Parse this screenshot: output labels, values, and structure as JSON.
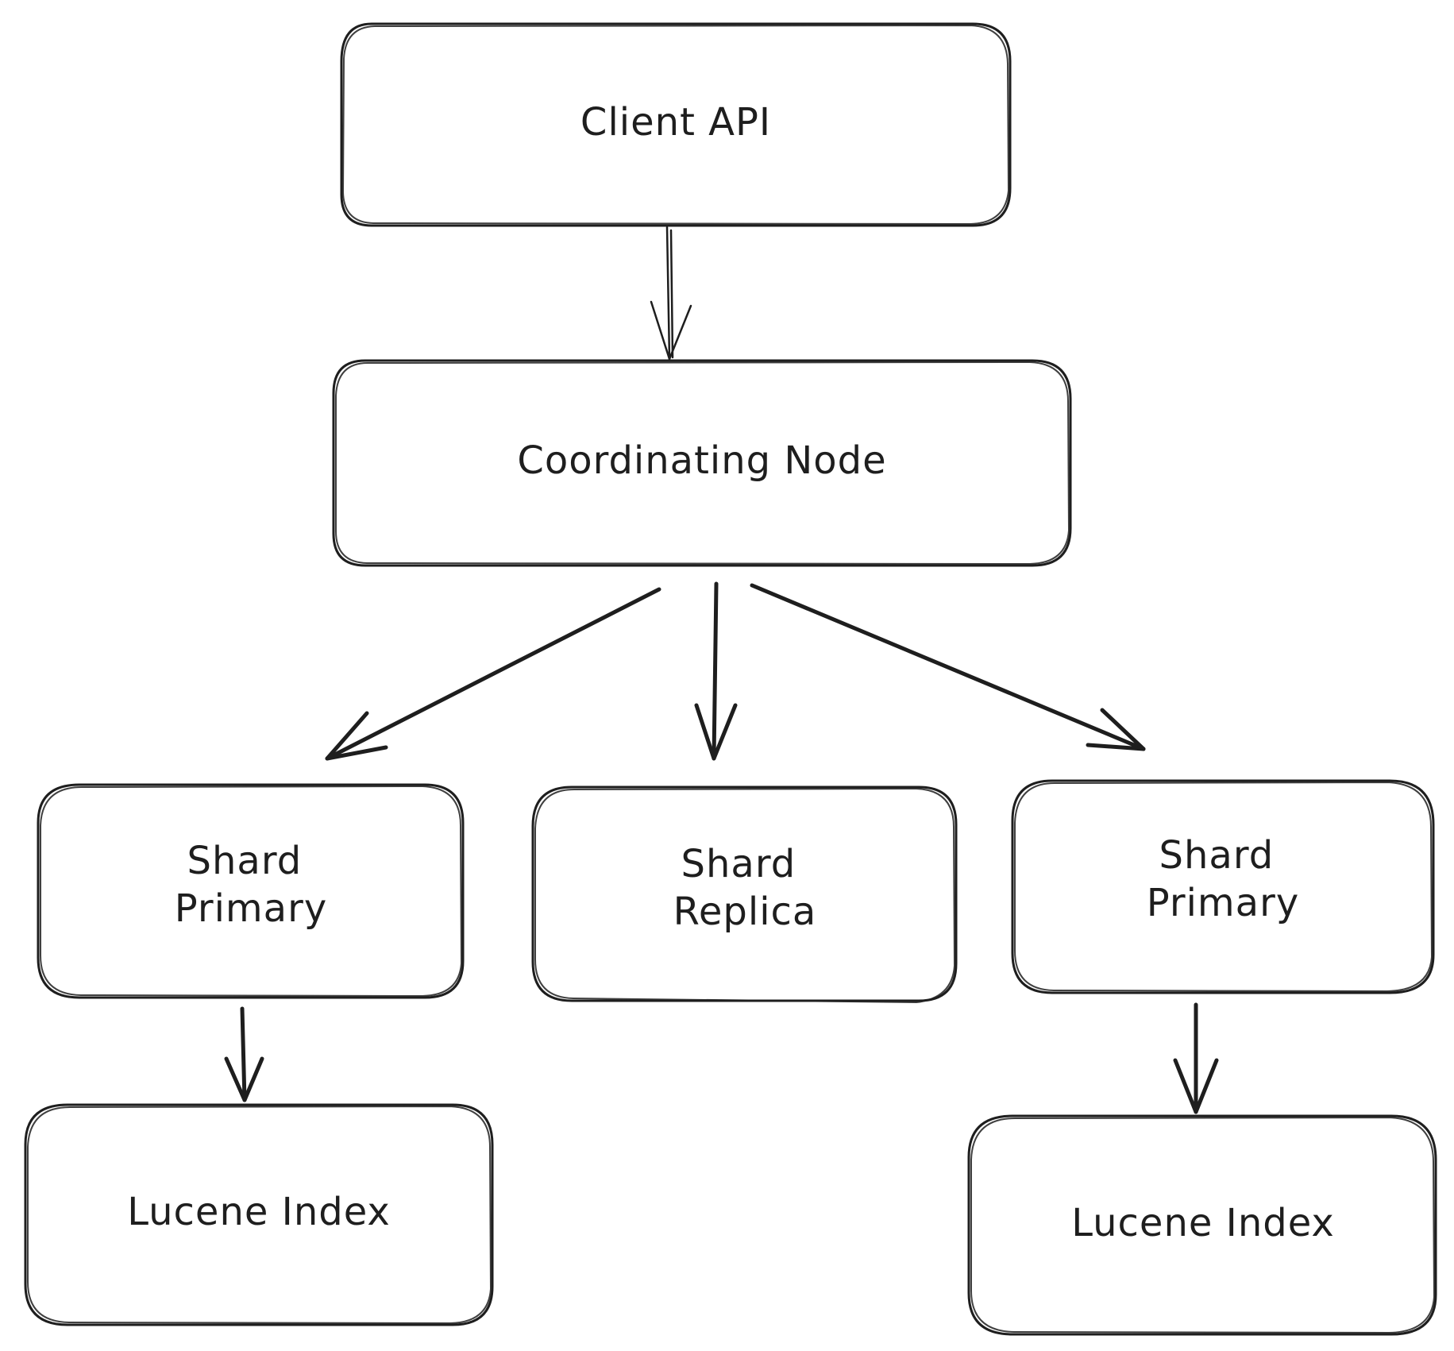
{
  "diagram": {
    "nodes": [
      {
        "id": "client-api",
        "lines": [
          "Client API"
        ]
      },
      {
        "id": "coordinating-node",
        "lines": [
          "Coordinating Node"
        ]
      },
      {
        "id": "shard-primary-left",
        "lines": [
          "Shard",
          "Primary"
        ]
      },
      {
        "id": "shard-replica",
        "lines": [
          "Shard",
          "Replica"
        ]
      },
      {
        "id": "shard-primary-right",
        "lines": [
          "Shard",
          "Primary"
        ]
      },
      {
        "id": "lucene-index-left",
        "lines": [
          "Lucene Index"
        ]
      },
      {
        "id": "lucene-index-right",
        "lines": [
          "Lucene Index"
        ]
      }
    ],
    "edges": [
      {
        "from": "client-api",
        "to": "coordinating-node"
      },
      {
        "from": "coordinating-node",
        "to": "shard-primary-left"
      },
      {
        "from": "coordinating-node",
        "to": "shard-replica"
      },
      {
        "from": "coordinating-node",
        "to": "shard-primary-right"
      },
      {
        "from": "shard-primary-left",
        "to": "lucene-index-left"
      },
      {
        "from": "shard-primary-right",
        "to": "lucene-index-right"
      }
    ],
    "colors": {
      "stroke": "#1e1e1e",
      "background": "#ffffff"
    }
  }
}
